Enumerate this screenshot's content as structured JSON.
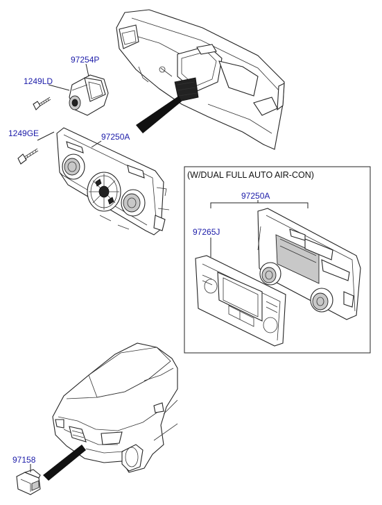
{
  "parts": {
    "p_97254P": "97254P",
    "p_1249LD": "1249LD",
    "p_1249GE": "1249GE",
    "p_97250A": "97250A",
    "p_97158": "97158"
  },
  "inset": {
    "title": "(W/DUAL FULL AUTO AIR-CON)",
    "p_97250A": "97250A",
    "p_97265J": "97265J"
  }
}
